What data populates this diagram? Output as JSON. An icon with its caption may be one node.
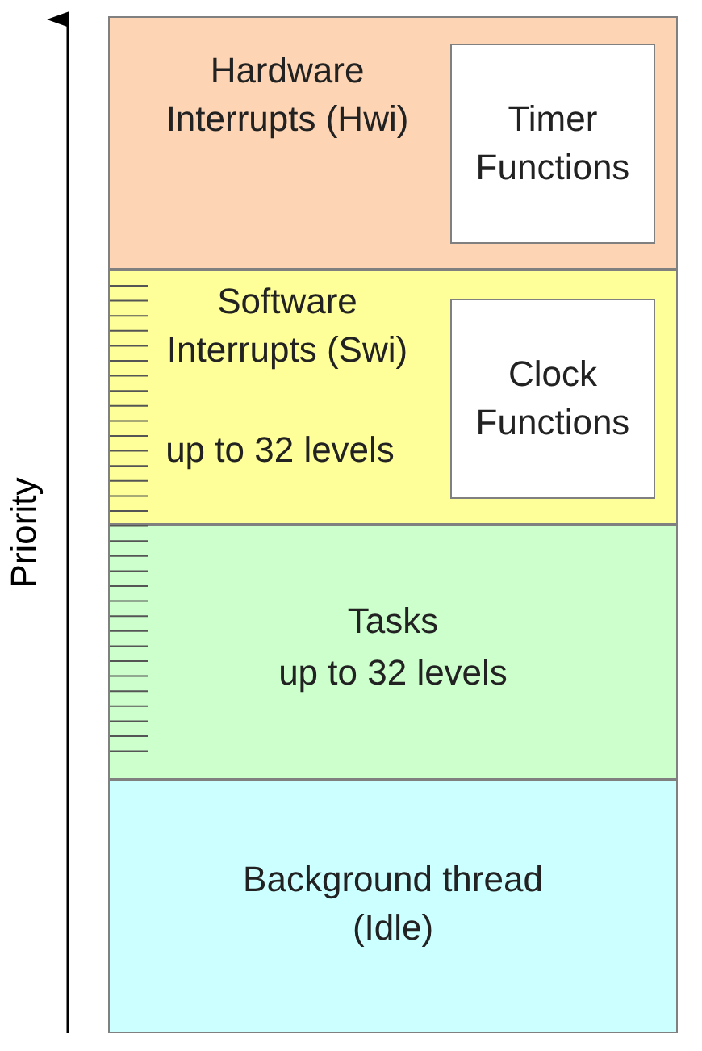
{
  "diagram": {
    "nodes": [
      {
        "text": [
          "Hardware Interrupts (Hwi)"
        ]
      },
      {
        "text": [
          "Timer Functions"
        ],
        "in": 0
      },
      {
        "text": [
          "Software Interrupts (Swi)",
          "up to 32 levels"
        ]
      },
      {
        "text": [
          "Clock Functions"
        ],
        "in": 2
      },
      {
        "text": [
          "Tasks",
          "up to 32 levels"
        ]
      },
      {
        "text": [
          "Background thread (Idle)"
        ]
      }
    ],
    "edges": [],
    "labels": [
      "Priority"
    ]
  }
}
